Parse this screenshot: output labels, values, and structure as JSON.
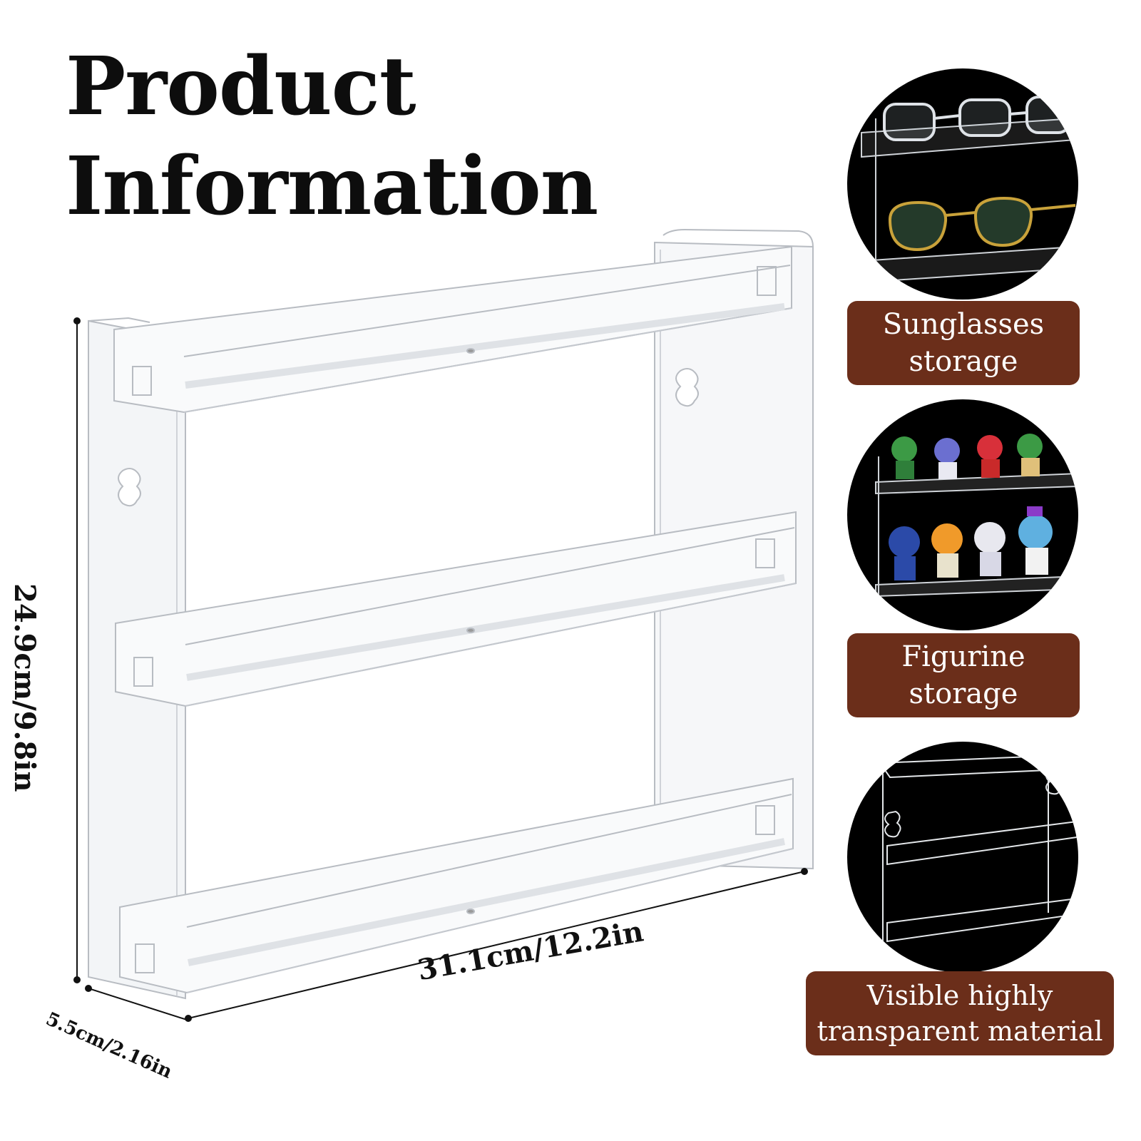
{
  "title": {
    "line1": "Product",
    "line2": "Information"
  },
  "dimensions": {
    "height": "24.9cm/9.8in",
    "width": "31.1cm/12.2in",
    "depth": "5.5cm/2.16in"
  },
  "uses": [
    {
      "line1": "Sunglasses",
      "line2": "storage",
      "icon": "sunglasses-on-shelf"
    },
    {
      "line1": "Figurine",
      "line2": "storage",
      "icon": "figurines-on-shelf"
    },
    {
      "line1": "Visible highly",
      "line2": "transparent material",
      "icon": "shelf-on-black"
    }
  ],
  "colors": {
    "tag_background": "#6b2e1a",
    "circle_background": "#000000"
  }
}
